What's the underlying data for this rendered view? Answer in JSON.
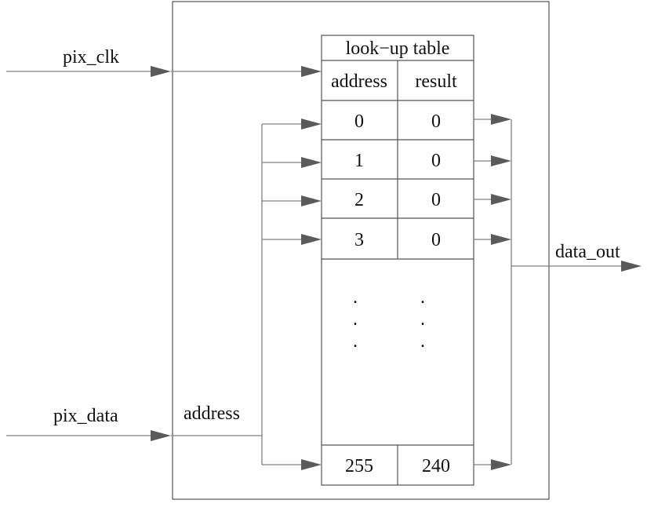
{
  "signals": {
    "clock_in": "pix_clk",
    "data_in": "pix_data",
    "address_label": "address",
    "data_out": "data_out"
  },
  "lut": {
    "title": "look−up table",
    "col_address": "address",
    "col_result": "result",
    "rows": [
      {
        "address": "0",
        "result": "0"
      },
      {
        "address": "1",
        "result": "0"
      },
      {
        "address": "2",
        "result": "0"
      },
      {
        "address": "3",
        "result": "0"
      }
    ],
    "ellipsis": ".",
    "last_row": {
      "address": "255",
      "result": "240"
    }
  }
}
